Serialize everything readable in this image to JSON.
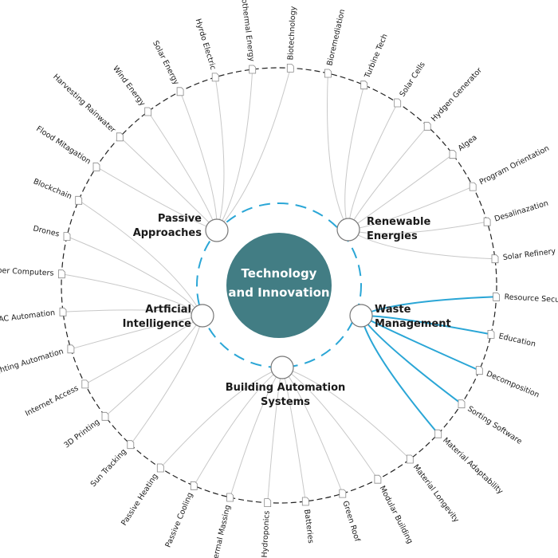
{
  "center": {
    "lines": [
      "Technology",
      "and Innovation"
    ],
    "color": "#427d84"
  },
  "colors": {
    "edge": "#c8c8c8",
    "highlight": "#2aa6d6",
    "outer_ring": "#222222"
  },
  "hubs": [
    {
      "id": "passive",
      "lines": [
        "Passive",
        "Approaches"
      ]
    },
    {
      "id": "renewable",
      "lines": [
        "Renewable",
        "Energies"
      ]
    },
    {
      "id": "ai",
      "lines": [
        "Artficial",
        "Intelligence"
      ]
    },
    {
      "id": "waste",
      "lines": [
        "Waste",
        "Management"
      ]
    },
    {
      "id": "bas",
      "lines": [
        "Building Automation",
        "Systems"
      ]
    }
  ],
  "leaves": [
    {
      "label": "Geothermal Energy",
      "hub": "passive"
    },
    {
      "label": "Biotechnology",
      "hub": "passive"
    },
    {
      "label": "Bioremediation",
      "hub": "renewable"
    },
    {
      "label": "Turbine Tech",
      "hub": "renewable"
    },
    {
      "label": "Solar Cells",
      "hub": "renewable"
    },
    {
      "label": "Hydgen Generator",
      "hub": "renewable"
    },
    {
      "label": "Algea",
      "hub": "renewable"
    },
    {
      "label": "Program Orientation",
      "hub": "renewable"
    },
    {
      "label": "Desalinazation",
      "hub": "renewable"
    },
    {
      "label": "Solar Refinery",
      "hub": "renewable"
    },
    {
      "label": "Resource Security",
      "hub": "waste"
    },
    {
      "label": "Education",
      "hub": "waste"
    },
    {
      "label": "Decomposition",
      "hub": "waste"
    },
    {
      "label": "Sorting Software",
      "hub": "waste"
    },
    {
      "label": "Material Adaptability",
      "hub": "waste"
    },
    {
      "label": "Material Longevity",
      "hub": "bas"
    },
    {
      "label": "Modular Building",
      "hub": "bas"
    },
    {
      "label": "Green Roof",
      "hub": "bas"
    },
    {
      "label": "Batteries",
      "hub": "bas"
    },
    {
      "label": "Hydroponics",
      "hub": "bas"
    },
    {
      "label": "Thermal Massing",
      "hub": "bas"
    },
    {
      "label": "Passive Cooling",
      "hub": "bas"
    },
    {
      "label": "Passive Heating",
      "hub": "bas"
    },
    {
      "label": "Sun Tracking",
      "hub": "ai"
    },
    {
      "label": "3D Printing",
      "hub": "ai"
    },
    {
      "label": "Internet Access",
      "hub": "ai"
    },
    {
      "label": "Lighting Automation",
      "hub": "ai"
    },
    {
      "label": "HVAC Automation",
      "hub": "ai"
    },
    {
      "label": "Super Computers",
      "hub": "ai"
    },
    {
      "label": "Drones",
      "hub": "ai"
    },
    {
      "label": "Blockchain",
      "hub": "ai"
    },
    {
      "label": "Flood Mitagation",
      "hub": "passive"
    },
    {
      "label": "Harvesting Rainwater",
      "hub": "passive"
    },
    {
      "label": "Wind Energy",
      "hub": "passive"
    },
    {
      "label": "Solar Energy",
      "hub": "passive"
    },
    {
      "label": "Hyrdo Electric",
      "hub": "passive"
    }
  ],
  "highlighted_hub": "waste"
}
